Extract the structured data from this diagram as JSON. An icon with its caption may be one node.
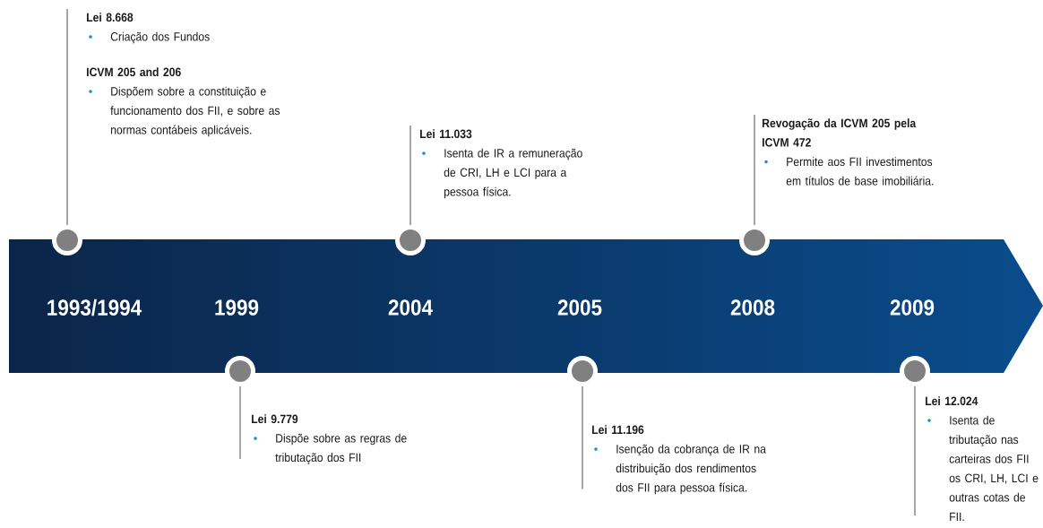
{
  "diagram": {
    "nodes": [
      {
        "text": [],
        "shape": "circle"
      },
      {
        "text": [],
        "shape": "circle"
      },
      {
        "text": [],
        "shape": "circle"
      },
      {
        "text": [],
        "shape": "circle"
      },
      {
        "text": [],
        "shape": "circle"
      },
      {
        "text": [],
        "shape": "circle"
      },
      {
        "text": [
          "Lei 8.668",
          "Criação dos Fundos",
          "ICVM 205 and 206",
          "Dispõem sobre a constituição e funcionamento dos FII, e sobre as normas contábeis aplicáveis."
        ]
      },
      {
        "text": [
          "Lei 9.779",
          "Dispõe sobre as regras de tributação dos FII"
        ]
      },
      {
        "text": [
          "Lei 11.033",
          "Isenta de IR a remuneração de CRI, LH e LCI para a pessoa física."
        ]
      },
      {
        "text": [
          "Lei 11.196",
          "Isenção da cobrança de IR na distribuição dos rendimentos dos FII para pessoa física."
        ]
      },
      {
        "text": [
          "Revogação da ICVM 205 pela ICVM 472",
          "Permite aos FII investimentos em títulos de base imobiliária."
        ]
      },
      {
        "text": [
          "Lei 12.024",
          "Isenta de tributação nas carteiras dos FII os CRI, LH, LCI e outras cotas de FII."
        ]
      }
    ],
    "edges": [
      {
        "from": 6,
        "to": 0,
        "arrow": "none"
      },
      {
        "from": 7,
        "to": 1,
        "arrow": "none"
      },
      {
        "from": 8,
        "to": 2,
        "arrow": "none"
      },
      {
        "from": 9,
        "to": 3,
        "arrow": "none"
      },
      {
        "from": 10,
        "to": 4,
        "arrow": "none"
      },
      {
        "from": 11,
        "to": 5,
        "arrow": "none"
      }
    ],
    "labels": [
      "1993/1994",
      "1999",
      "2004",
      "2005",
      "2008",
      "2009"
    ]
  }
}
